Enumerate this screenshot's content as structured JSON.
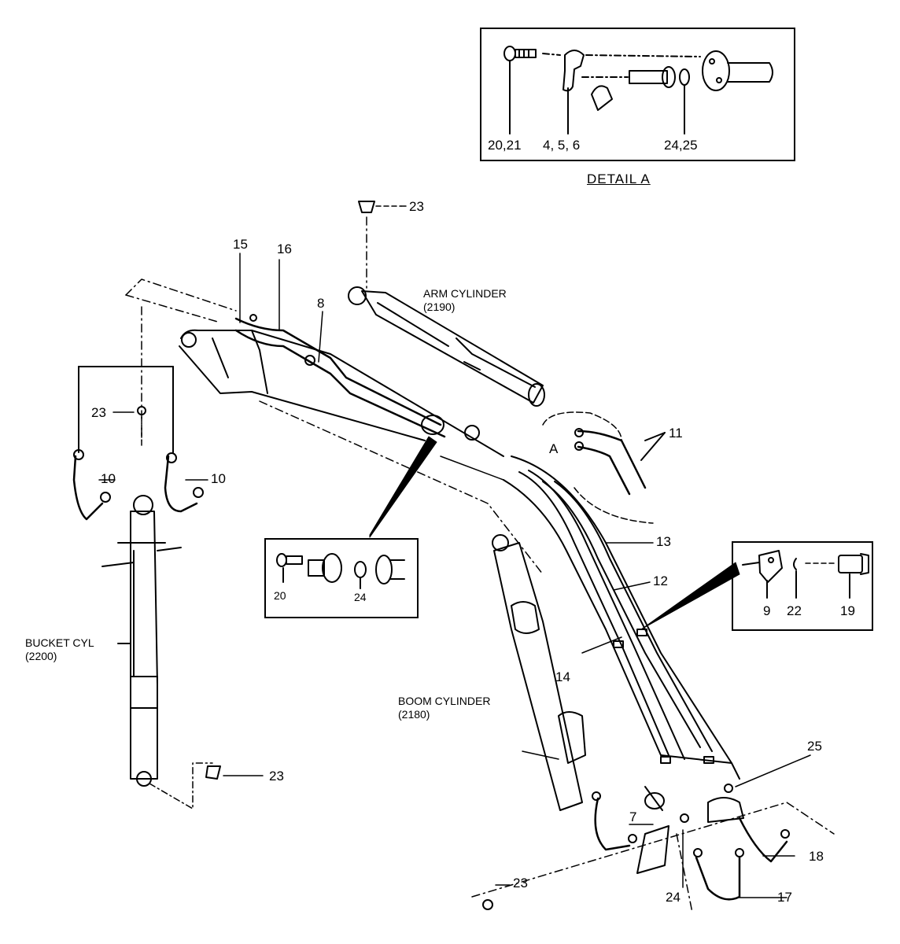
{
  "detail_a": {
    "title": "DETAIL  A",
    "callouts": {
      "bolt": "20,21",
      "flange": "4, 5, 6",
      "oring": "24,25"
    }
  },
  "inset_flange": {
    "callouts": {
      "bolt": "20",
      "oring": "24"
    }
  },
  "inset_clamp": {
    "callouts": {
      "clamp": "9",
      "washer": "22",
      "bolt": "19"
    }
  },
  "components": {
    "arm_cylinder": {
      "name": "ARM CYLINDER",
      "code": "(2190)"
    },
    "bucket_cylinder": {
      "name": "BUCKET CYL",
      "code": "(2200)"
    },
    "boom_cylinder": {
      "name": "BOOM CYLINDER",
      "code": "(2180)"
    },
    "detail_marker": "A"
  },
  "callouts": {
    "c23_top": "23",
    "c15": "15",
    "c16": "16",
    "c8": "8",
    "c23_left": "23",
    "c10_left": "10",
    "c10_right": "10",
    "c11": "11",
    "c13": "13",
    "c12": "12",
    "c14": "14",
    "c23_bucket": "23",
    "c25": "25",
    "c7": "7",
    "c18": "18",
    "c17": "17",
    "c24": "24",
    "c23_bottom": "23"
  }
}
